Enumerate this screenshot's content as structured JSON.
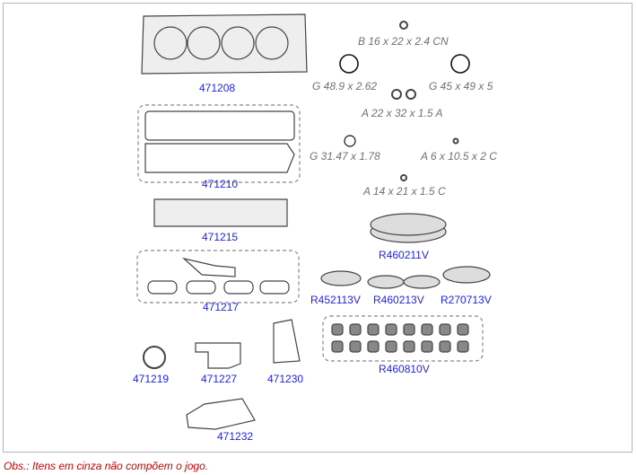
{
  "parts": {
    "p471208": "471208",
    "p471210": "471210",
    "p471215": "471215",
    "p471217": "471217",
    "p471219": "471219",
    "p471227": "471227",
    "p471230": "471230",
    "p471232": "471232",
    "r460211": "R460211V",
    "r452113": "R452113V",
    "r460213": "R460213V",
    "r270713": "R270713V",
    "r460810": "R460810V"
  },
  "specs": {
    "b16": "B 16 x 22 x 2.4 CN",
    "g489": "G 48.9 x 2.62",
    "g45": "G 45 x 49 x 5",
    "a22": "A 22 x 32 x 1.5 A",
    "g3147": "G 31.47 x 1.78",
    "a6": "A 6 x 10.5 x 2 C",
    "a14": "A 14 x 21 x 1.5 C"
  },
  "note": "Obs.: Itens em cinza não compõem o jogo.",
  "colors": {
    "part_label": "#2222ee",
    "spec_label": "#707070",
    "note": "#d10000"
  }
}
